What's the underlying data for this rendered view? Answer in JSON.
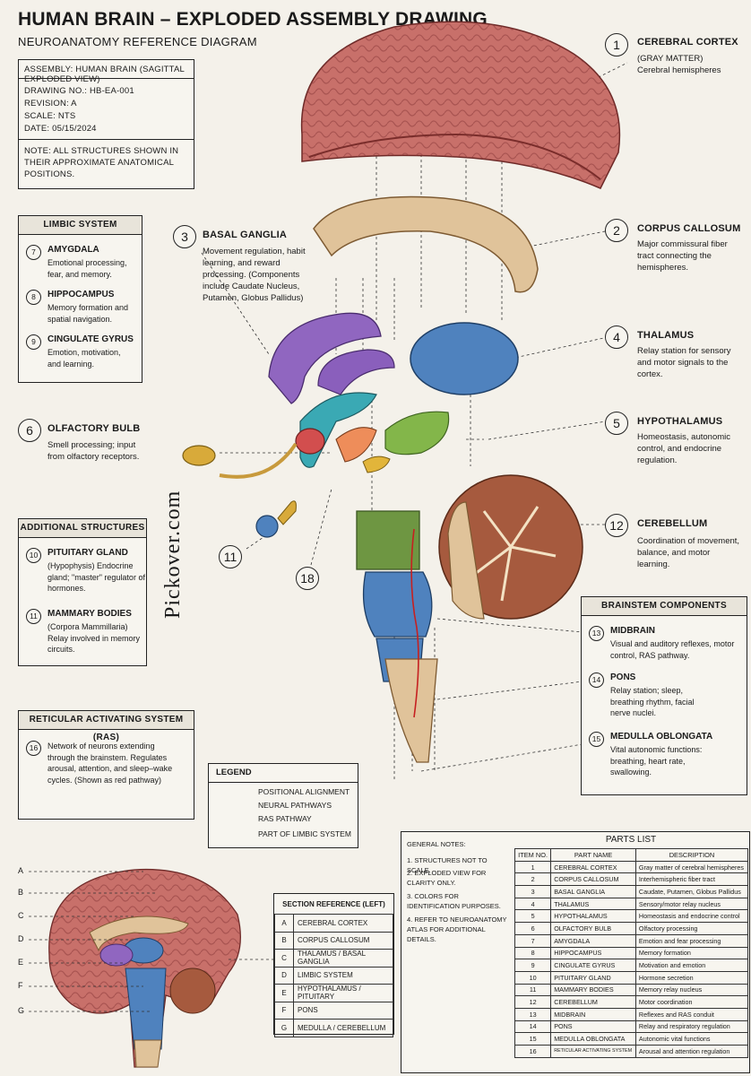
{
  "header": {
    "title": "HUMAN BRAIN – EXPLODED ASSEMBLY DRAWING",
    "subtitle": "NEUROANATOMY REFERENCE DIAGRAM"
  },
  "info_block": {
    "assembly": "ASSEMBLY: HUMAN BRAIN (SAGITTAL EXPLODED VIEW)",
    "drawing_no": "DRAWING NO.: HB-EA-001",
    "revision": "REVISION: A",
    "scale": "SCALE: NTS",
    "date": "DATE:  05/15/2024",
    "note": "NOTE: ALL STRUCTURES SHOWN IN THEIR APPROXIMATE ANATOMICAL POSITIONS."
  },
  "limbic_panel": {
    "heading": "LIMBIC SYSTEM",
    "items": [
      {
        "num": "7",
        "name": "AMYGDALA",
        "desc": "Emotional processing, fear, and memory."
      },
      {
        "num": "8",
        "name": "HIPPOCAMPUS",
        "desc": "Memory formation and spatial navigation."
      },
      {
        "num": "9",
        "name": "CINGULATE GYRUS",
        "desc": "Emotion, motivation, and learning."
      }
    ]
  },
  "additional_panel": {
    "heading": "ADDITIONAL STRUCTURES",
    "items": [
      {
        "num": "10",
        "name": "PITUITARY GLAND",
        "desc": "(Hypophysis) Endocrine gland; \"master\" regulator of hormones."
      },
      {
        "num": "11",
        "name": "MAMMARY BODIES",
        "desc": "(Corpora Mammillaria) Relay involved in memory circuits."
      }
    ]
  },
  "ras_panel": {
    "heading": "RETICULAR ACTIVATING SYSTEM (RAS)",
    "num": "16",
    "desc": "Network of neurons extending through the brainstem. Regulates arousal, attention, and sleep–wake cycles. (Shown as red pathway)"
  },
  "brainstem_panel": {
    "heading": "BRAINSTEM COMPONENTS",
    "items": [
      {
        "num": "13",
        "name": "MIDBRAIN",
        "desc": "Visual and auditory reflexes, motor control, RAS pathway."
      },
      {
        "num": "14",
        "name": "PONS",
        "desc": "Relay station; sleep, breathing rhythm, facial nerve nuclei."
      },
      {
        "num": "15",
        "name": "MEDULLA OBLONGATA",
        "desc": "Vital autonomic functions: breathing, heart rate, swallowing."
      }
    ]
  },
  "callouts": {
    "c1": {
      "num": "1",
      "name": "CEREBRAL CORTEX",
      "desc": "(GRAY MATTER) Cerebral hemispheres"
    },
    "c2": {
      "num": "2",
      "name": "CORPUS CALLOSUM",
      "desc": "Major commissural fiber tract connecting the hemispheres."
    },
    "c3": {
      "num": "3",
      "name": "BASAL GANGLIA",
      "desc": "Movement regulation, habit learning, and reward processing. (Components include Caudate Nucleus, Putamen, Globus Pallidus)"
    },
    "c4": {
      "num": "4",
      "name": "THALAMUS",
      "desc": "Relay station for sensory and motor signals to the cortex."
    },
    "c5": {
      "num": "5",
      "name": "HYPOTHALAMUS",
      "desc": "Homeostasis, autonomic control, and endocrine regulation."
    },
    "c6": {
      "num": "6",
      "name": "OLFACTORY BULB",
      "desc": "Smell processing; input from olfactory receptors."
    },
    "c12": {
      "num": "12",
      "name": "CEREBELLUM",
      "desc": "Coordination of movement, balance, and motor learning."
    },
    "c11": {
      "num": "11"
    },
    "c18": {
      "num": "18"
    }
  },
  "watermark": "Pickover.com",
  "legend": {
    "heading": "LEGEND",
    "items": [
      "POSITIONAL ALIGNMENT",
      "NEURAL PATHWAYS",
      "RAS PATHWAY",
      "PART OF LIMBIC SYSTEM"
    ]
  },
  "general_notes": {
    "heading": "GENERAL NOTES:",
    "items": [
      "1.  STRUCTURES NOT TO SCALE.",
      "2.  EXPLODED VIEW FOR CLARITY ONLY.",
      "3.  COLORS FOR IDENTIFICATION PURPOSES.",
      "4.  REFER TO NEUROANATOMY ATLAS FOR ADDITIONAL DETAILS."
    ]
  },
  "parts_list": {
    "heading": "PARTS LIST",
    "columns": [
      "ITEM NO.",
      "PART NAME",
      "DESCRIPTION"
    ],
    "rows": [
      [
        "1",
        "CEREBRAL CORTEX",
        "Gray matter of cerebral hemispheres"
      ],
      [
        "2",
        "CORPUS CALLOSUM",
        "Interhemispheric fiber tract"
      ],
      [
        "3",
        "BASAL GANGLIA",
        "Caudate, Putamen, Globus Pallidus"
      ],
      [
        "4",
        "THALAMUS",
        "Sensory/motor relay nucleus"
      ],
      [
        "5",
        "HYPOTHALAMUS",
        "Homeostasis and endocrine control"
      ],
      [
        "6",
        "OLFACTORY BULB",
        "Olfactory processing"
      ],
      [
        "7",
        "AMYGDALA",
        "Emotion and fear processing"
      ],
      [
        "8",
        "HIPPOCAMPUS",
        "Memory formation"
      ],
      [
        "9",
        "CINGULATE GYRUS",
        "Motivation and emotion"
      ],
      [
        "10",
        "PITUITARY GLAND",
        "Hormone secretion"
      ],
      [
        "11",
        "MAMMARY BODIES",
        "Memory relay nucleus"
      ],
      [
        "12",
        "CEREBELLUM",
        "Motor coordination"
      ],
      [
        "13",
        "MIDBRAIN",
        "Reflexes and RAS conduit"
      ],
      [
        "14",
        "PONS",
        "Relay and respiratory regulation"
      ],
      [
        "15",
        "MEDULLA OBLONGATA",
        "Autonomic vital functions"
      ],
      [
        "16",
        "RETICULAR ACTIVATING SYSTEM",
        "Arousal and attention regulation"
      ]
    ]
  },
  "section_reference": {
    "heading": "SECTION REFERENCE (LEFT)",
    "rows": [
      [
        "A",
        "CEREBRAL CORTEX"
      ],
      [
        "B",
        "CORPUS CALLOSUM"
      ],
      [
        "C",
        "THALAMUS / BASAL GANGLIA"
      ],
      [
        "D",
        "LIMBIC SYSTEM"
      ],
      [
        "E",
        "HYPOTHALAMUS / PITUITARY"
      ],
      [
        "F",
        "PONS"
      ],
      [
        "G",
        "MEDULLA / CEREBELLUM"
      ]
    ]
  },
  "section_letters": [
    "A",
    "B",
    "C",
    "D",
    "E",
    "F",
    "G"
  ]
}
